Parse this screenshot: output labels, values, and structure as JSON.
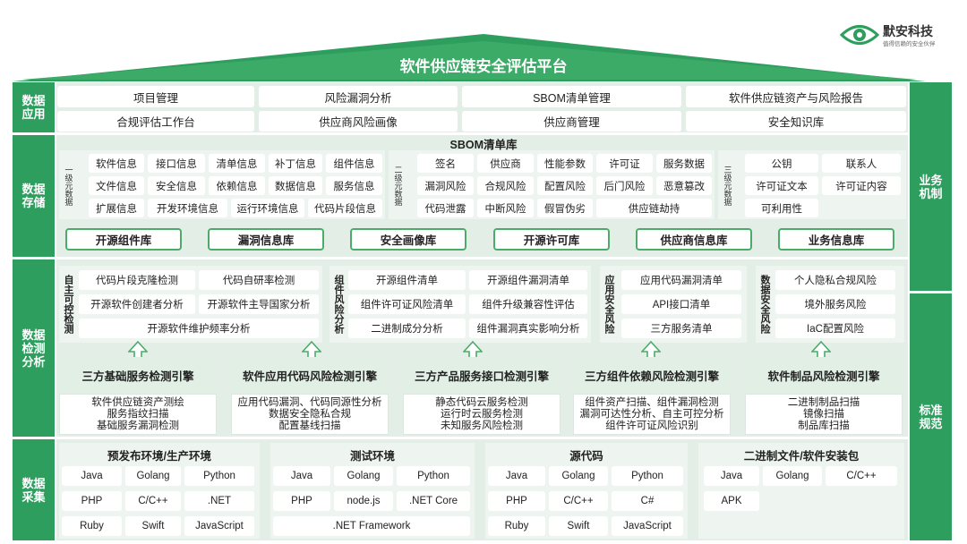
{
  "logo": {
    "name": "默安科技",
    "slogan": "值得信赖的安全伙伴"
  },
  "title": "软件供应链安全评估平台",
  "left_labels": [
    "数据应用",
    "数据存储",
    "数据检测分析",
    "数据采集"
  ],
  "right_labels": [
    "业务机制",
    "标准规范"
  ],
  "data_app": {
    "row1": [
      "项目管理",
      "风险漏洞分析",
      "SBOM清单管理",
      "软件供应链资产与风险报告"
    ],
    "row2": [
      "合规评估工作台",
      "供应商风险画像",
      "供应商管理",
      "安全知识库"
    ]
  },
  "storage": {
    "title": "SBOM清单库",
    "level1": {
      "label": "一级元数据",
      "items": [
        "软件信息",
        "接口信息",
        "清单信息",
        "补丁信息",
        "组件信息",
        "文件信息",
        "安全信息",
        "依赖信息",
        "数据信息",
        "服务信息",
        "扩展信息",
        "开发环境信息",
        "运行环境信息",
        "代码片段信息"
      ]
    },
    "level2": {
      "label": "二级元数据",
      "items": [
        "签名",
        "供应商",
        "性能参数",
        "许可证",
        "服务数据",
        "漏洞风险",
        "合规风险",
        "配置风险",
        "后门风险",
        "恶意篡改",
        "代码泄露",
        "中断风险",
        "假冒伪劣",
        "供应链劫持"
      ]
    },
    "level3": {
      "label": "三级元数据",
      "items": [
        "公钥",
        "联系人",
        "许可证文本",
        "许可证内容",
        "可利用性"
      ]
    },
    "libs": [
      "开源组件库",
      "漏洞信息库",
      "安全画像库",
      "开源许可库",
      "供应商信息库",
      "业务信息库"
    ]
  },
  "detect": {
    "g1": {
      "label": "自主可控检测",
      "items": [
        "代码片段克隆检测",
        "代码自研率检测",
        "开源软件创建者分析",
        "开源软件主导国家分析",
        "开源软件维护频率分析"
      ]
    },
    "g2": {
      "label": "组件风险分析",
      "items": [
        "开源组件清单",
        "开源组件漏洞清单",
        "组件许可证风险清单",
        "组件升级兼容性评估",
        "二进制成分分析",
        "组件漏洞真实影响分析"
      ]
    },
    "g3": {
      "label": "应用安全风险",
      "items": [
        "应用代码漏洞清单",
        "API接口清单",
        "三方服务清单"
      ]
    },
    "g4": {
      "label": "数据安全风险",
      "items": [
        "个人隐私合规风险",
        "境外服务风险",
        "IaC配置风险"
      ]
    },
    "engines": [
      {
        "name": "三方基础服务检测引擎",
        "lines": [
          "软件供应链资产测绘",
          "服务指纹扫描",
          "基础服务漏洞检测"
        ]
      },
      {
        "name": "软件应用代码风险检测引擎",
        "lines": [
          "应用代码漏洞、代码同源性分析",
          "数据安全隐私合规",
          "配置基线扫描"
        ]
      },
      {
        "name": "三方产品服务接口检测引擎",
        "lines": [
          "静态代码云服务检测",
          "运行时云服务检测",
          "未知服务风险检测"
        ]
      },
      {
        "name": "三方组件依赖风险检测引擎",
        "lines": [
          "组件资产扫描、组件漏洞检测",
          "漏洞可达性分析、自主可控分析",
          "组件许可证风险识别"
        ]
      },
      {
        "name": "软件制品风险检测引擎",
        "lines": [
          "二进制制品扫描",
          "镜像扫描",
          "制品库扫描"
        ]
      }
    ]
  },
  "collect": {
    "c1": {
      "title": "预发布环境/生产环境",
      "items": [
        "Java",
        "Golang",
        "Python",
        "PHP",
        "C/C++",
        ".NET",
        "Ruby",
        "Swift",
        "JavaScript"
      ]
    },
    "c2": {
      "title": "测试环境",
      "items": [
        "Java",
        "Golang",
        "Python",
        "PHP",
        "node.js",
        ".NET Core",
        ".NET Framework"
      ]
    },
    "c3": {
      "title": "源代码",
      "items": [
        "Java",
        "Golang",
        "Python",
        "PHP",
        "C/C++",
        "C#",
        "Ruby",
        "Swift",
        "JavaScript"
      ]
    },
    "c4": {
      "title": "二进制文件/软件安装包",
      "items": [
        "Java",
        "Golang",
        "C/C++",
        "APK"
      ]
    }
  }
}
